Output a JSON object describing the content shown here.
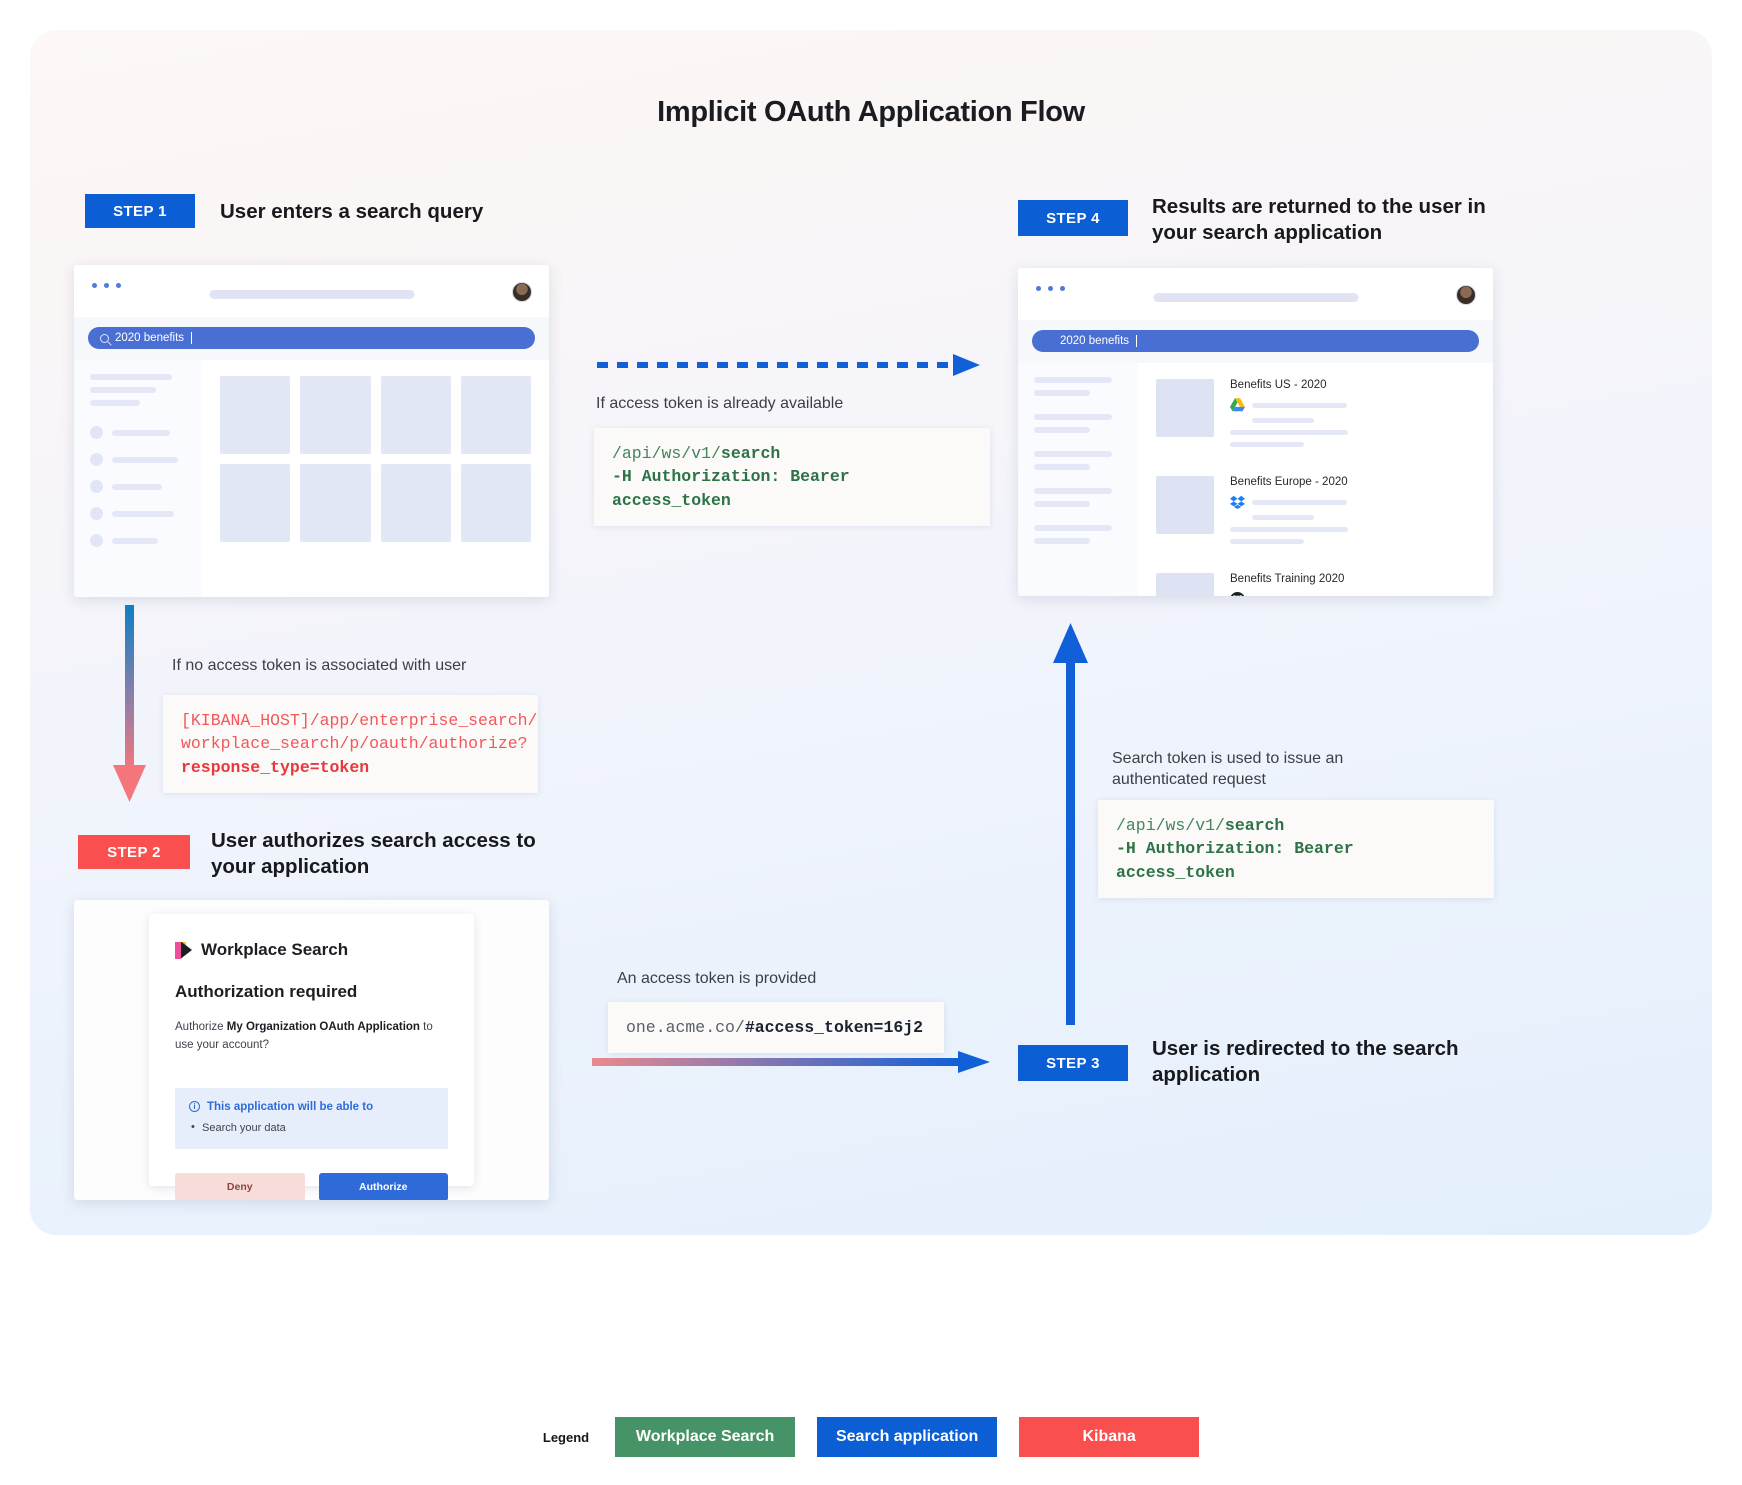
{
  "title": "Implicit OAuth Application Flow",
  "steps": {
    "step1": {
      "chip": "STEP 1",
      "title": "User enters a search query"
    },
    "step2": {
      "chip": "STEP 2",
      "title": "User authorizes search access to your application"
    },
    "step3": {
      "chip": "STEP 3",
      "title": "User is redirected to the search application"
    },
    "step4": {
      "chip": "STEP 4",
      "title": "Results are returned to the user in your search application"
    }
  },
  "browser1": {
    "query": "2020 benefits",
    "search_icon": "search-icon"
  },
  "browser2": {
    "query": "2020 benefits",
    "results": [
      {
        "title": "Benefits US - 2020",
        "source_icon": "google-drive-icon"
      },
      {
        "title": "Benefits Europe - 2020",
        "source_icon": "dropbox-icon"
      },
      {
        "title": "Benefits Training 2020",
        "source_icon": "github-icon"
      }
    ]
  },
  "connectors": {
    "token_available": {
      "label": "If access token is already available",
      "code_line1_path": "/api/ws/v1/",
      "code_line1_bold": "search",
      "code_line2": "-H Authorization: Bearer access_token"
    },
    "no_token": {
      "label": "If no access token is associated with user",
      "code_line1": "[KIBANA_HOST]/app/enterprise_search/",
      "code_line2": "workplace_search/p/oauth/authorize?",
      "code_line3_bold": "response_type=token"
    },
    "token_provided": {
      "label": "An access token is provided",
      "code_plain": "one.acme.co/",
      "code_bold": "#access_token=16j2..."
    },
    "authenticated_request": {
      "label": "Search token is used to issue an authenticated request",
      "code_line1_path": "/api/ws/v1/",
      "code_line1_bold": "search",
      "code_line2": "-H Authorization: Bearer access_token"
    }
  },
  "auth_card": {
    "brand": "Workplace Search",
    "heading": "Authorization required",
    "body_prefix": "Authorize ",
    "body_app": "My Organization OAuth Application",
    "body_suffix": " to use your account?",
    "callout_title": "This application will be able to",
    "callout_items": [
      "Search your data"
    ],
    "deny_label": "Deny",
    "authorize_label": "Authorize"
  },
  "legend": {
    "label": "Legend",
    "items": [
      {
        "text": "Workplace Search",
        "color": "#479368"
      },
      {
        "text": "Search application",
        "color": "#0b5ed4"
      },
      {
        "text": "Kibana",
        "color": "#f94f4f"
      }
    ]
  }
}
